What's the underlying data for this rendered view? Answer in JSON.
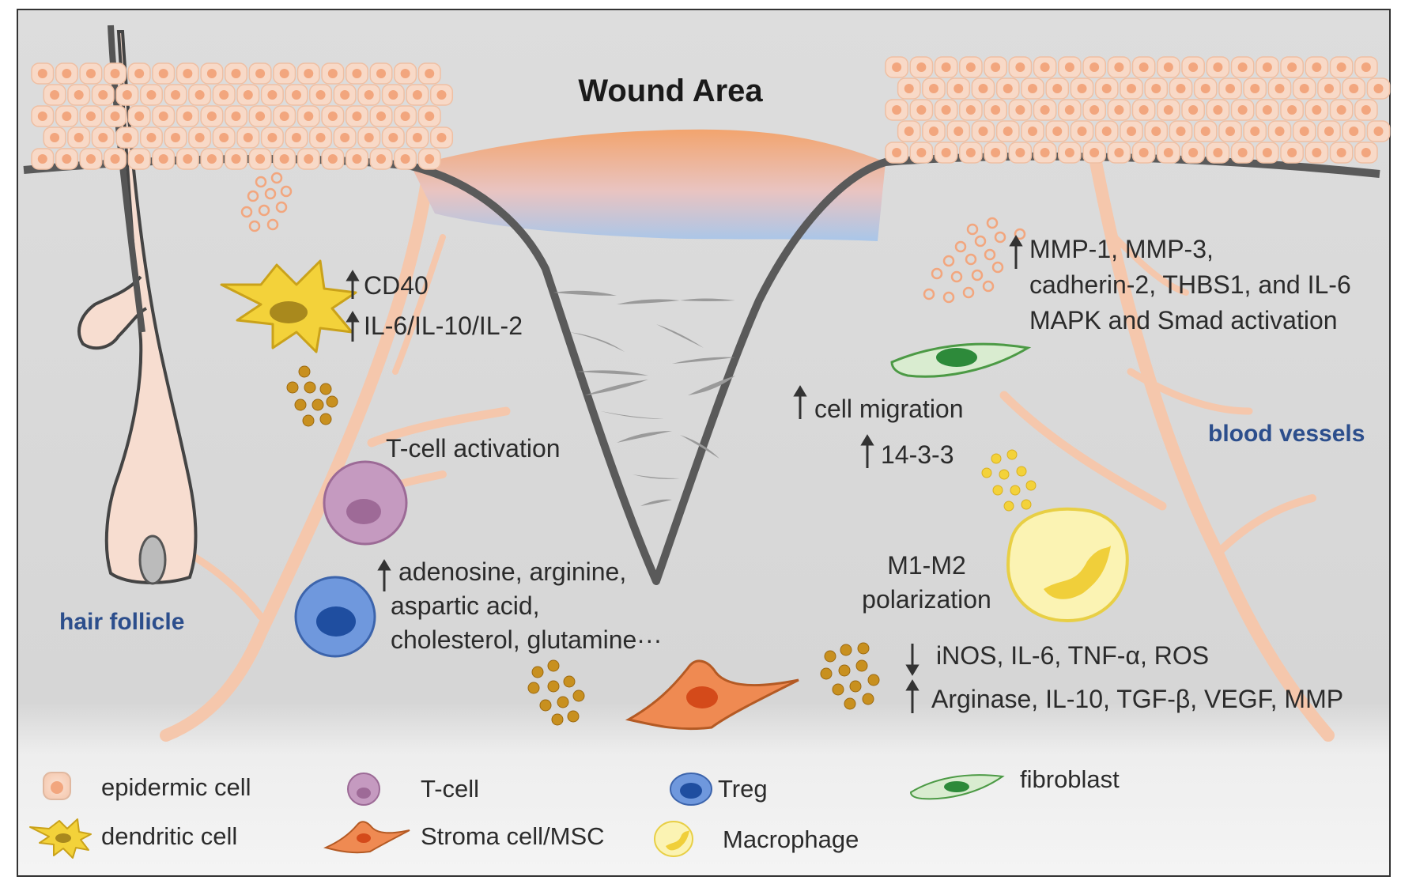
{
  "title": "Wound Area",
  "labels": {
    "hair_follicle": "hair follicle",
    "blood_vessels": "blood vessels"
  },
  "dendritic": {
    "line1": "CD40",
    "line2": "IL-6/IL-10/IL-2"
  },
  "tcell_activation": "T-cell activation",
  "treg_metabolites": {
    "line1": "adenosine, arginine,",
    "line2": "aspartic acid,",
    "line3": "cholesterol, glutamine···"
  },
  "fibroblast_effects": {
    "line1": "MMP-1, MMP-3,",
    "line2": "cadherin-2, THBS1, and IL-6",
    "line3": "MAPK and Smad activation"
  },
  "cell_migration": "cell migration",
  "protein_1433": "14-3-3",
  "macrophage_polarization": {
    "line1": "M1-M2",
    "line2": "polarization"
  },
  "msc_effects": {
    "down": "iNOS, IL-6, TNF-α, ROS",
    "up": "Arginase, IL-10, TGF-β, VEGF, MMP"
  },
  "legend": {
    "epidermic_cell": "epidermic cell",
    "dendritic_cell": "dendritic cell",
    "t_cell": "T-cell",
    "stroma_cell": "Stroma cell/MSC",
    "treg": "Treg",
    "macrophage": "Macrophage",
    "fibroblast": "fibroblast"
  },
  "colors": {
    "background": "#dcdcdc",
    "border": "#333333",
    "epidermal_fill": "#f7d3bf",
    "epidermal_nucleus": "#f2a67e",
    "vessel": "#f5c7ac",
    "wound_top": "#f2a46e",
    "wound_bottom": "#a9c6e9",
    "dendritic": "#f3d23a",
    "tcell": "#c59ac0",
    "treg": "#4f7fcc",
    "macrophage": "#fbf3b3",
    "fibroblast": "#d9ecd0",
    "msc": "#ef8a52",
    "label_blue": "#2c4e8c"
  }
}
